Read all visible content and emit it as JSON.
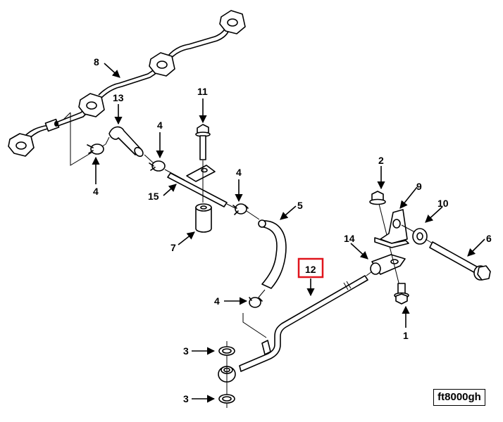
{
  "figure_reference": "ft8000gh",
  "highlighted_callout": "12",
  "highlight_color": "#e0141c",
  "callouts": [
    {
      "id": "c8",
      "label": "8",
      "part": "fuel injector line assembly"
    },
    {
      "id": "c13",
      "label": "13",
      "part": "hose"
    },
    {
      "id": "c11",
      "label": "11",
      "part": "bolt"
    },
    {
      "id": "c4a",
      "label": "4",
      "part": "hose clamp"
    },
    {
      "id": "c4b",
      "label": "4",
      "part": "hose clamp"
    },
    {
      "id": "c4c",
      "label": "4",
      "part": "hose clamp"
    },
    {
      "id": "c4d",
      "label": "4",
      "part": "hose clamp"
    },
    {
      "id": "c15",
      "label": "15",
      "part": "tube with bracket"
    },
    {
      "id": "c7",
      "label": "7",
      "part": "spacer"
    },
    {
      "id": "c5",
      "label": "5",
      "part": "hose"
    },
    {
      "id": "c2",
      "label": "2",
      "part": "flange nut"
    },
    {
      "id": "c9",
      "label": "9",
      "part": "bracket"
    },
    {
      "id": "c10",
      "label": "10",
      "part": "washer"
    },
    {
      "id": "c6",
      "label": "6",
      "part": "bolt"
    },
    {
      "id": "c14",
      "label": "14",
      "part": "clip"
    },
    {
      "id": "c12",
      "label": "12",
      "part": "fuel return tube"
    },
    {
      "id": "c1",
      "label": "1",
      "part": "flange bolt"
    },
    {
      "id": "c3a",
      "label": "3",
      "part": "sealing washer"
    },
    {
      "id": "c3b",
      "label": "3",
      "part": "sealing washer"
    }
  ]
}
